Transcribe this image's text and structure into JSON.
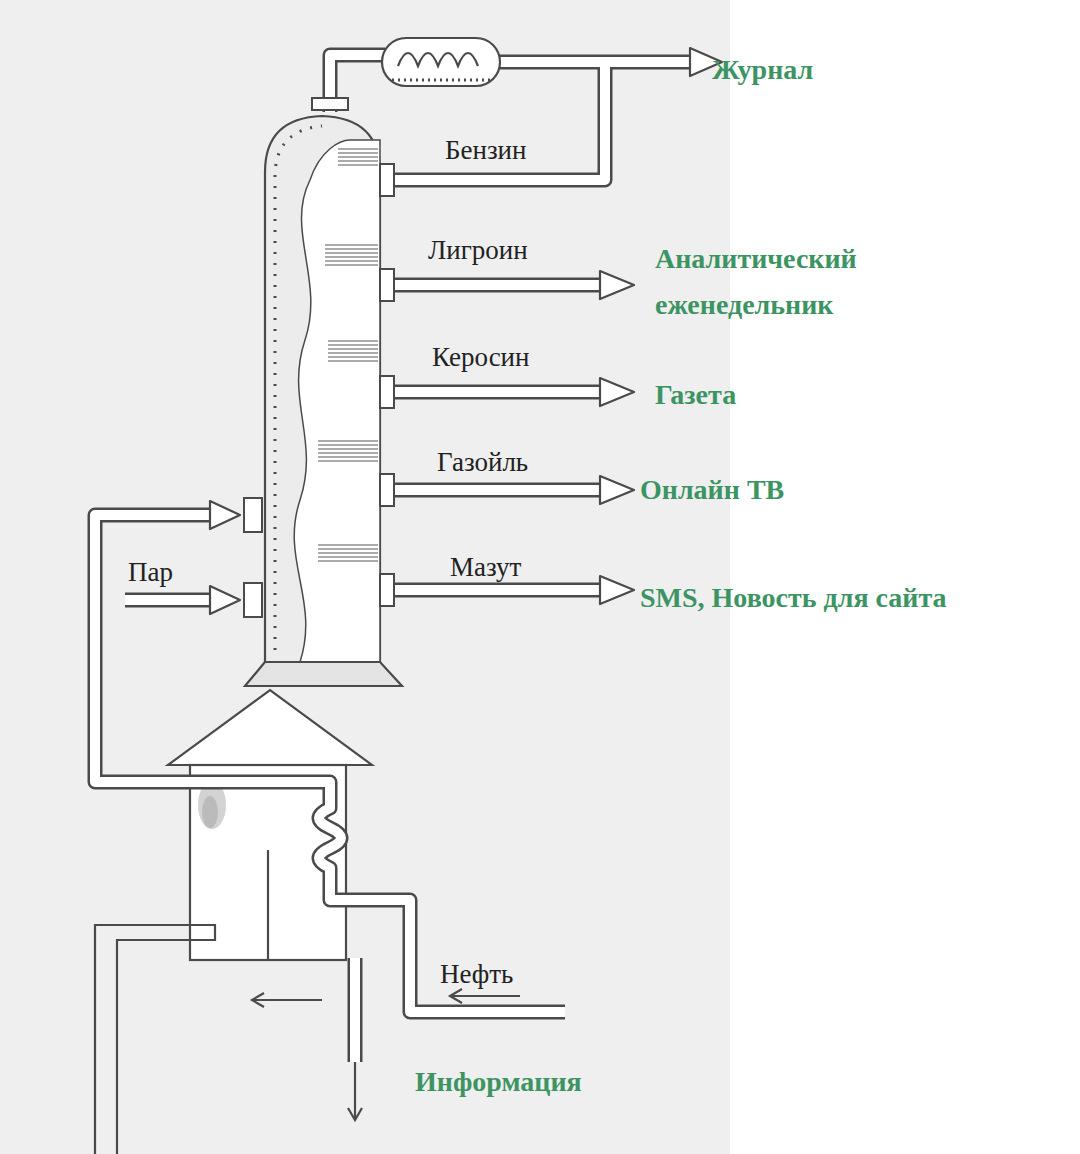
{
  "diagram": {
    "labels": [
      "Журнал",
      "Бензин",
      "Лигроин",
      "Аналитический еженедельник",
      "Керосин",
      "Газета",
      "Газойль",
      "Онлайн ТВ",
      "Пар",
      "Мазут",
      "SMS, Новость для сайта",
      "Нефть",
      "Информация"
    ]
  }
}
